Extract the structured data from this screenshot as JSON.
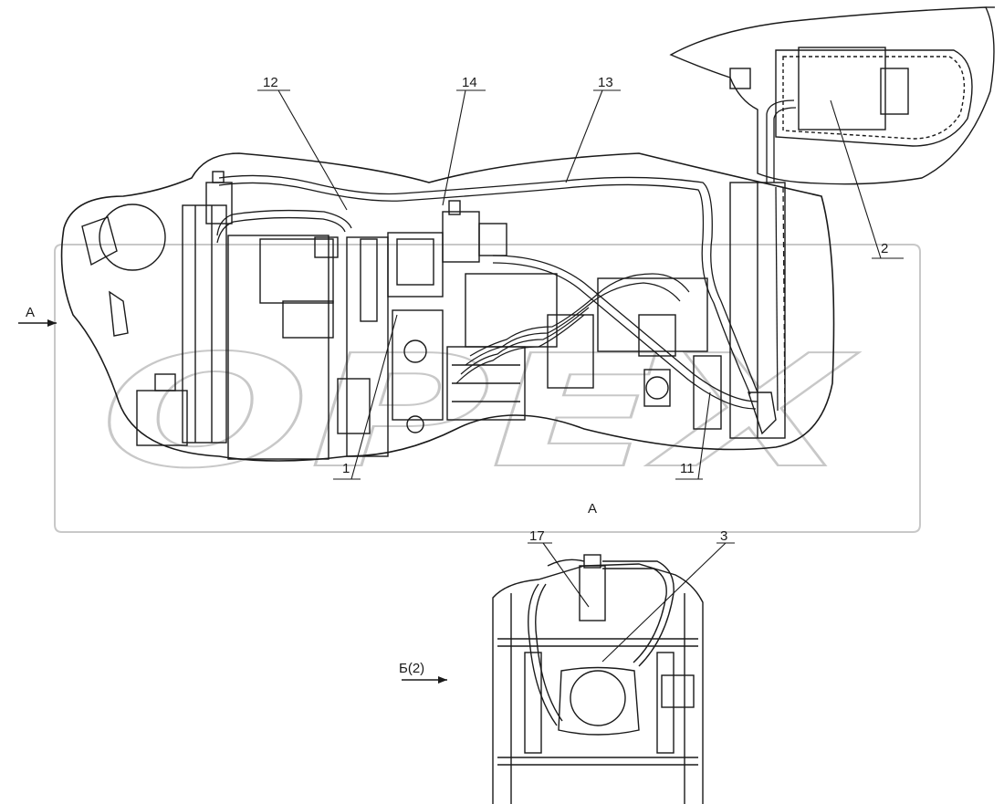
{
  "drawing": {
    "watermark": "ОРЕХ",
    "view_marker_left": "А",
    "view_title": "А",
    "section_marker": "Б(2)",
    "callouts": {
      "c1": "1",
      "c2": "2",
      "c3": "3",
      "c11": "11",
      "c12": "12",
      "c13": "13",
      "c14": "14",
      "c17": "17"
    }
  },
  "colors": {
    "line": "#1a1a1a",
    "watermark": "#c8c8c8",
    "background": "#ffffff"
  }
}
